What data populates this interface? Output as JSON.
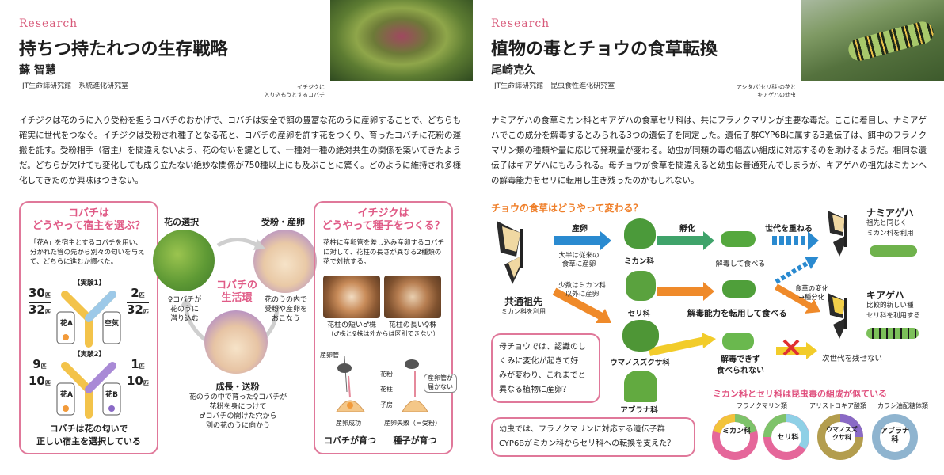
{
  "left": {
    "label": "Research",
    "title": "持ちつ持たれつの生存戦略",
    "author": "蘇 智慧",
    "affiliation": "JT生命誌研究館　系統進化研究室",
    "photo_caption_1": "イチジクに",
    "photo_caption_2": "入り込もうとするコバチ",
    "body": "イチジクは花のうに入り受粉を担うコバチのおかげで、コバチは安全で餌の豊富な花のうに産卵することで、どちらも確実に世代をつなぐ。イチジクは受粉され種子となる花と、コバチの産卵を許す花をつくり、育ったコバチに花粉の運搬を託す。受粉相手（宿主）を間違えないよう、花の匂いを鍵として、一種対一種の絶対共生の関係を築いてきたようだ。どちらが欠けても変化しても成り立たない絶妙な関係が750種以上にも及ぶことに驚く。どのように維持され多様化してきたのか興味はつきない。",
    "host_panel": {
      "title_1": "コバチは",
      "title_2": "どうやって宿主を選ぶ？",
      "desc": "「花A」を宿主とするコバチを用い、分かれた管の先から別々の匂いを与えて、どちらに進むか調べた。",
      "exp1": "【実験1】",
      "exp1_left_top": "30",
      "exp1_left_bot": "32",
      "exp1_right_top": "2",
      "exp1_right_bot": "32",
      "unit": "匹",
      "tube_a": "花A",
      "tube_air": "空気",
      "exp2": "【実験2】",
      "exp2_left_top": "9",
      "exp2_left_bot": "10",
      "exp2_right_top": "1",
      "exp2_right_bot": "10",
      "tube_b": "花B",
      "conclusion_1": "コバチは花の匂いで",
      "conclusion_2": "正しい宿主を選択している"
    },
    "cycle": {
      "flower_select": "花の選択",
      "pollinate": "受粉・産卵",
      "female_enter_1": "♀コバチが",
      "female_enter_2": "花のうに",
      "female_enter_3": "潜り込む",
      "in_flower_1": "花のうの内で",
      "in_flower_2": "受粉や産卵を",
      "in_flower_3": "おこなう",
      "center_1": "コバチの",
      "center_2": "生活環",
      "grow": "成長・送粉",
      "grow_desc_1": "花のうの中で育った♀コバチが",
      "grow_desc_2": "花粉を身につけて",
      "grow_desc_3": "♂コバチの開けた穴から",
      "grow_desc_4": "別の花のうに向かう"
    },
    "seed_panel": {
      "title_1": "イチジクは",
      "title_2": "どうやって種子をつくる？",
      "desc": "花柱に産卵管を差し込み産卵するコバチに対して、花柱の長さが異なる2種類の花で対抗する。",
      "short_cap": "花柱の短い♂株",
      "long_cap": "花柱の長い♀株",
      "note": "（♂株と♀株は外からは区別できない）",
      "ovipositor": "産卵管",
      "stigma": "花粉",
      "style": "花柱",
      "ovary": "子房",
      "cannot_reach_1": "産卵管が",
      "cannot_reach_2": "届かない",
      "success": "産卵成功",
      "fail": "産卵失敗（＝受粉）",
      "wasp_grows": "コバチが育つ",
      "seed_grows": "種子が育つ"
    }
  },
  "right": {
    "label": "Research",
    "title": "植物の毒とチョウの食草転換",
    "author": "尾崎克久",
    "affiliation": "JT生命誌研究館　昆虫食性進化研究室",
    "photo_caption_1": "アシタバ(セリ科)の花と",
    "photo_caption_2": "キアゲハの幼虫",
    "body": "ナミアゲハの食草ミカン科とキアゲハの食草セリ科は、共にフラノクマリンが主要な毒だ。ここに着目し、ナミアゲハでこの成分を解毒するとみられる3つの遺伝子を同定した。遺伝子群CYP6Bに属する3遺伝子は、餌中のフラノクマリン類の種類や量に応じて発現量が変わる。幼虫が同類の毒の幅広い組成に対応するのを助けるようだ。相同な遺伝子はキアゲハにもみられる。母チョウが食草を間違えると幼虫は普通死んでしまうが、キアゲハの祖先はミカンへの解毒能力をセリに転用し生き残ったのかもしれない。",
    "diagram": {
      "heading": "チョウの食草はどうやって変わる？",
      "ancestor": "共通祖先",
      "ancestor_sub": "ミカン科を利用",
      "oviposit": "産卵",
      "mostly_1": "大半は従来の",
      "mostly_2": "食草に産卵",
      "few_1": "少数はミカン科",
      "few_2": "以外に産卵",
      "rutaceae": "ミカン科",
      "apiaceae": "セリ科",
      "aristolochia": "ウマノスズクサ科",
      "brassicaceae": "アブラナ科",
      "hatch": "孵化",
      "detox_eat": "解毒して食べる",
      "repurpose": "解毒能力を転用して食べる",
      "cannot_1": "解毒できず",
      "cannot_2": "食べられない",
      "generations": "世代を重ねる",
      "diet_change_1": "食草の変化",
      "diet_change_2": "→種分化",
      "no_next": "次世代を残せない",
      "namiageha": "ナミアゲハ",
      "namiageha_1": "祖先と同じく",
      "namiageha_2": "ミカン科を利用",
      "kiageha": "キアゲハ",
      "kiageha_1": "比較的新しい種",
      "kiageha_2": "セリ科を利用する",
      "question_1": "母チョウでは、認識のし",
      "question_2": "くみに変化が起きて好",
      "question_3": "みが変わり、これまでと",
      "question_4": "異なる植物に産卵？",
      "answer_1": "幼虫では、フラノクマリンに対応する遺伝子群",
      "answer_2": "CYP6Bがミカン科からセリ科への転換を支えた？",
      "similar": "ミカン科とセリ科は昆虫毒の組成が似ている",
      "furano": "フラノクマリン類",
      "aristolochic": "アリストロキア酸類",
      "glucosinolate": "カラシ油配糖体類",
      "donut_1": "ミカン科",
      "donut_2": "セリ科",
      "donut_3": "ウマノスズクサ科",
      "donut_4": "アブラナ科"
    }
  }
}
